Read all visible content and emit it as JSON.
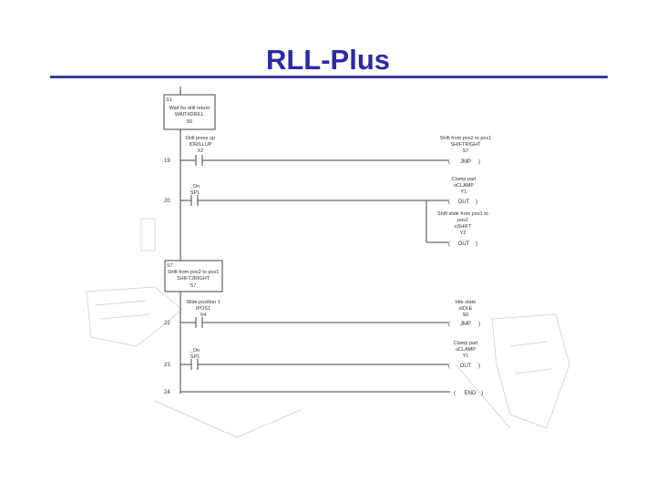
{
  "title": "RLL-Plus",
  "stages": [
    {
      "marker": "S1",
      "lines": [
        "Wait for drill return",
        "WAIT4DRILL",
        "S6"
      ]
    },
    {
      "marker": "S7",
      "lines": [
        "Shift from pos2 to pos1",
        "SHIFT2RIGHT",
        "S7"
      ]
    }
  ],
  "rungs": [
    {
      "number": "19",
      "contact_lines": [
        "Drill press up",
        "IDRILLUP",
        "X2"
      ],
      "coil_lines": [
        "Shift from pos2 to pos1",
        "SHIFTRIGHT",
        "S7"
      ],
      "coil": "JMP"
    },
    {
      "number": "20",
      "contact_lines": [
        "_On",
        "SP1"
      ],
      "coil_lines": [
        "Clamp part",
        "oCLAMP",
        "Y1"
      ],
      "coil": "OUT"
    },
    {
      "number": "",
      "contact_lines": [],
      "coil_lines": [
        "Shift slide from pos1 to",
        "pos2",
        "oSHIFT",
        "Y2"
      ],
      "coil": "OUT"
    },
    {
      "number": "22",
      "contact_lines": [
        "Slide position 1",
        "IPOS1",
        "X4"
      ],
      "coil_lines": [
        "Idle state",
        "sIDLE",
        "S0"
      ],
      "coil": "JMP"
    },
    {
      "number": "23",
      "contact_lines": [
        "_On",
        "SP1"
      ],
      "coil_lines": [
        "Clamp part",
        "oCLAMP",
        "Y1"
      ],
      "coil": "OUT"
    },
    {
      "number": "24",
      "contact_lines": [],
      "coil_lines": [],
      "coil": "END"
    }
  ]
}
